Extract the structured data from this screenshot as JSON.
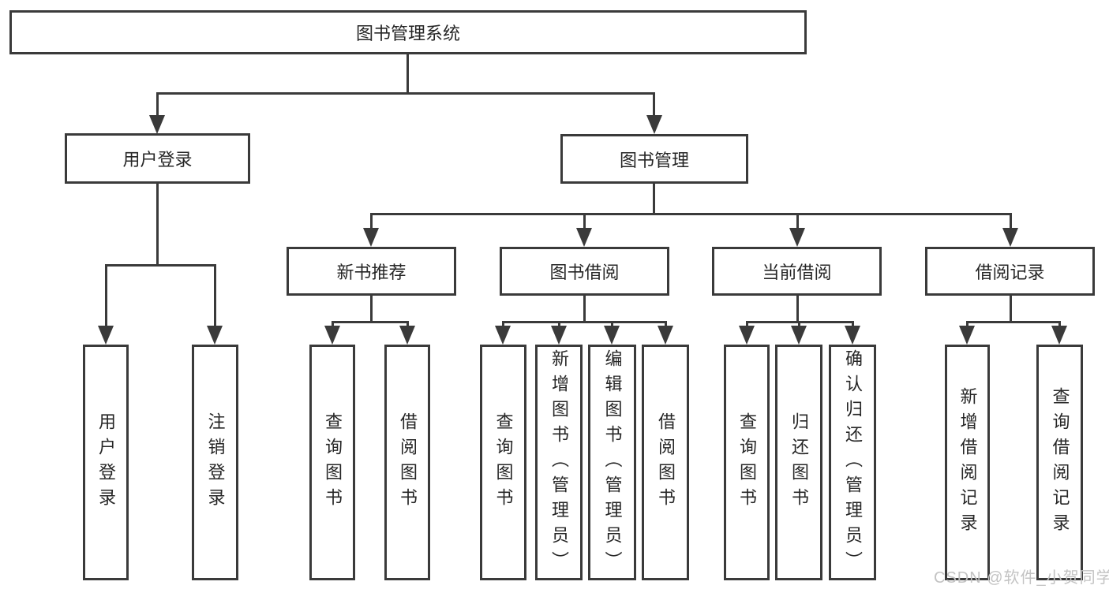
{
  "diagram": {
    "root": {
      "label": "图书管理系统"
    },
    "branches": [
      {
        "label": "用户登录",
        "leaves": [
          {
            "label": "用户登录"
          },
          {
            "label": "注销登录"
          }
        ]
      },
      {
        "label": "图书管理",
        "groups": [
          {
            "label": "新书推荐",
            "leaves": [
              {
                "label": "查询图书"
              },
              {
                "label": "借阅图书"
              }
            ]
          },
          {
            "label": "图书借阅",
            "leaves": [
              {
                "label": "查询图书"
              },
              {
                "label": "新增图书（管理员）"
              },
              {
                "label": "编辑图书（管理员）"
              },
              {
                "label": "借阅图书"
              }
            ]
          },
          {
            "label": "当前借阅",
            "leaves": [
              {
                "label": "查询图书"
              },
              {
                "label": "归还图书"
              },
              {
                "label": "确认归还（管理员）"
              }
            ]
          },
          {
            "label": "借阅记录",
            "leaves": [
              {
                "label": "新增借阅记录"
              },
              {
                "label": "查询借阅记录"
              }
            ]
          }
        ]
      }
    ]
  },
  "watermark": {
    "text": "CSDN @软件_小贺同学"
  },
  "colors": {
    "line": "#3a3a3a",
    "text": "#262626",
    "watermark": "#c3c3c3",
    "background": "#ffffff"
  }
}
